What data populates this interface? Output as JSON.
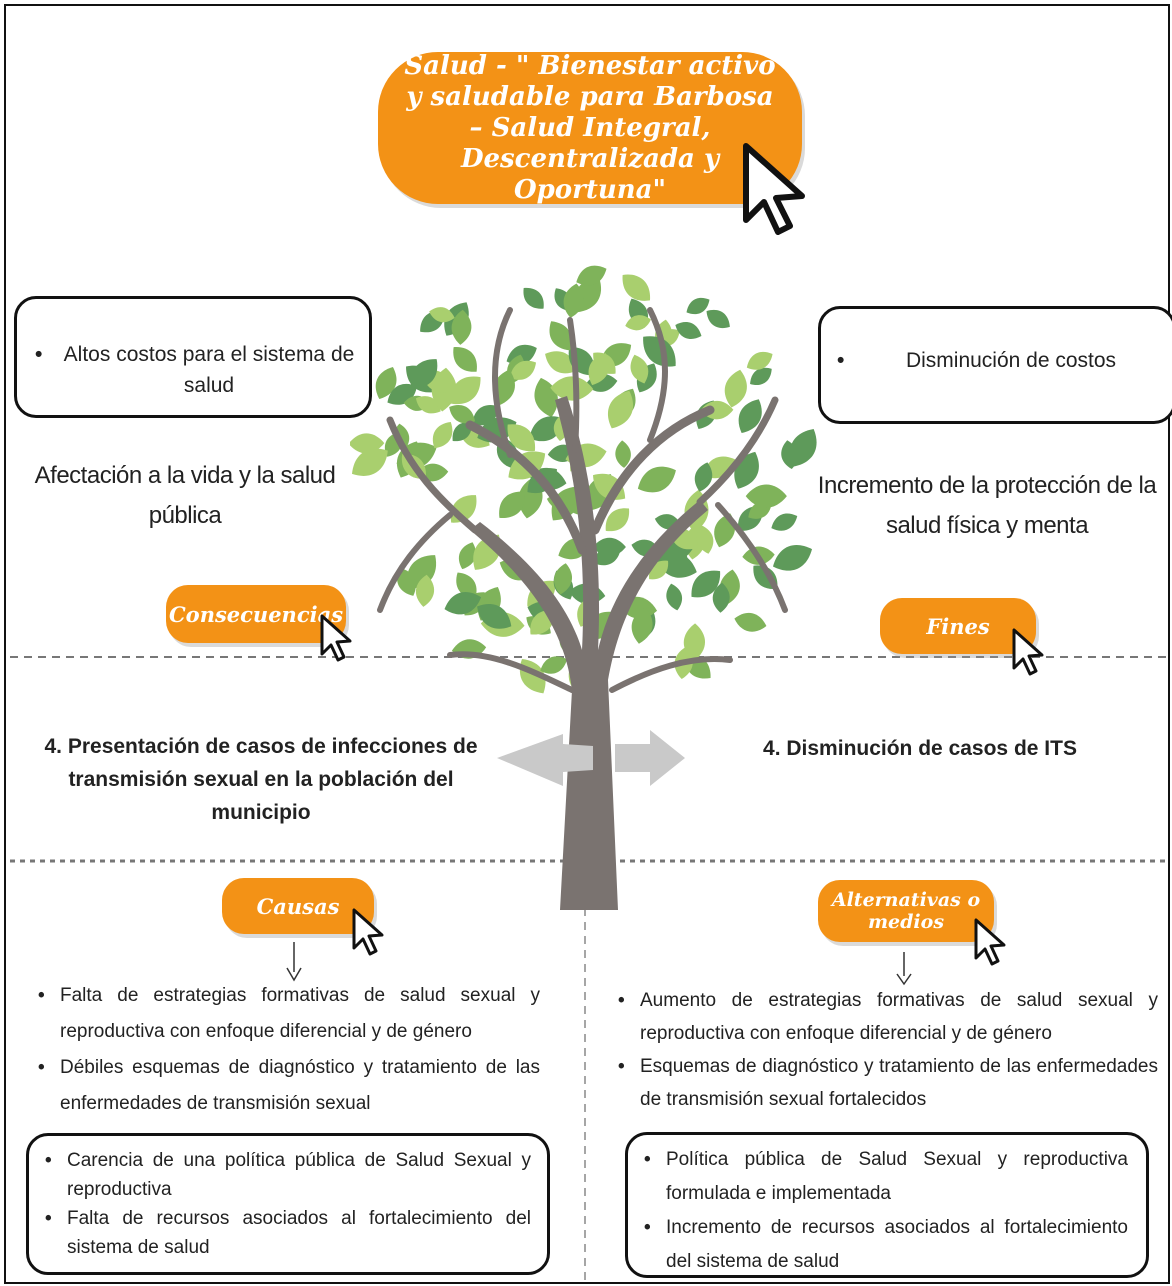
{
  "title": "Salud - \" Bienestar activo y saludable para Barbosa – Salud Integral, Descentralizada y Oportuna\"",
  "labels": {
    "consecuencias": "Consecuencias",
    "fines": "Fines",
    "causas": "Causas",
    "alternativas": "Alternativas o medios"
  },
  "consecuencias": {
    "box_item": "Altos costos para el sistema de salud",
    "text": "Afectación a la vida y la salud pública"
  },
  "fines": {
    "box_item": "Disminución de costos",
    "text": "Incremento de la protección de la salud física y menta"
  },
  "problema": {
    "left": "4. Presentación de casos de infecciones de transmisión sexual en la población del municipio",
    "right": "4. Disminución de casos de ITS"
  },
  "causas": {
    "items": [
      "Falta de estrategias formativas de salud sexual y reproductiva con enfoque diferencial y de género",
      "Débiles esquemas de diagnóstico y tratamiento de las enfermedades de transmisión sexual"
    ],
    "box_items": [
      "Carencia de una política pública de Salud Sexual y reproductiva",
      "Falta de recursos asociados al fortalecimiento del sistema de salud"
    ]
  },
  "alternativas": {
    "items": [
      "Aumento de estrategias formativas de salud sexual y reproductiva con enfoque diferencial y de género",
      "Esquemas de diagnóstico y tratamiento de las enfermedades de transmisión sexual fortalecidos"
    ],
    "box_items": [
      "Política pública de Salud Sexual y reproductiva formulada e implementada",
      "Incremento de recursos asociados al fortalecimiento del sistema de salud"
    ]
  },
  "colors": {
    "accent": "#f39216",
    "trunk": "#7a7370",
    "leaf_light": "#a9cf6e",
    "leaf_mid": "#7fb35a",
    "leaf_dark": "#5e9a5a",
    "arrow_gray": "#c9c9c9"
  }
}
